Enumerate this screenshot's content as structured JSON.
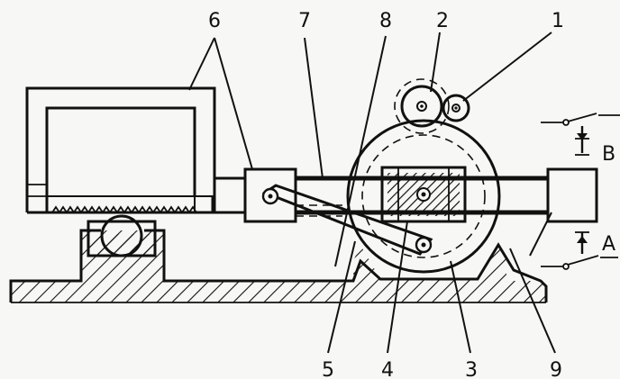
{
  "diagram": {
    "part_labels": [
      "1",
      "2",
      "3",
      "4",
      "5",
      "6",
      "7",
      "8",
      "9"
    ],
    "switch_labels": [
      "A",
      "B"
    ],
    "colors": {
      "ink": "#111111",
      "paper": "#f7f7f5"
    }
  }
}
